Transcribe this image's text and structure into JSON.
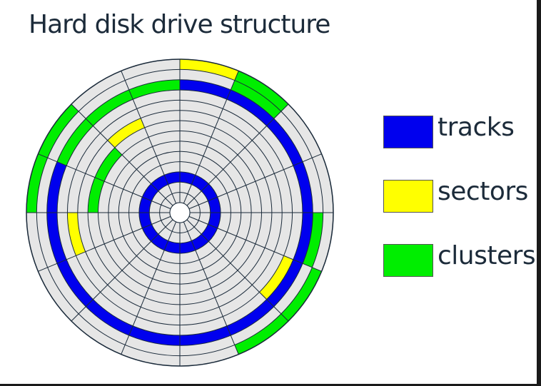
{
  "title": "Hard disk drive structure",
  "colors": {
    "track": "#0000ee",
    "sector": "#ffff00",
    "cluster": "#00ee00",
    "platter": "#e6e6e6",
    "line": "#1a2a3a"
  },
  "legend": [
    {
      "label": "tracks",
      "color": "#0000ee"
    },
    {
      "label": "sectors",
      "color": "#ffff00"
    },
    {
      "label": "clusters",
      "color": "#00ee00"
    }
  ],
  "disk": {
    "track_count": 14,
    "sector_count": 16,
    "highlighted_tracks": [
      2,
      11
    ],
    "sectors": [
      {
        "track": 13,
        "sector": 0
      },
      {
        "track": 10,
        "sector": 5
      },
      {
        "track": 9,
        "sector": 11
      },
      {
        "track": 8,
        "sector": 14
      }
    ],
    "clusters": [
      {
        "track": 13,
        "sector": 1
      },
      {
        "track": 12,
        "sector": 1
      },
      {
        "track": 13,
        "sector": 12
      },
      {
        "track": 13,
        "sector": 13
      },
      {
        "track": 12,
        "sector": 4
      },
      {
        "track": 13,
        "sector": 5
      },
      {
        "track": 13,
        "sector": 6
      },
      {
        "track": 11,
        "sector": 13
      },
      {
        "track": 11,
        "sector": 14
      },
      {
        "track": 11,
        "sector": 15
      },
      {
        "track": 7,
        "sector": 12
      },
      {
        "track": 7,
        "sector": 13
      }
    ]
  }
}
